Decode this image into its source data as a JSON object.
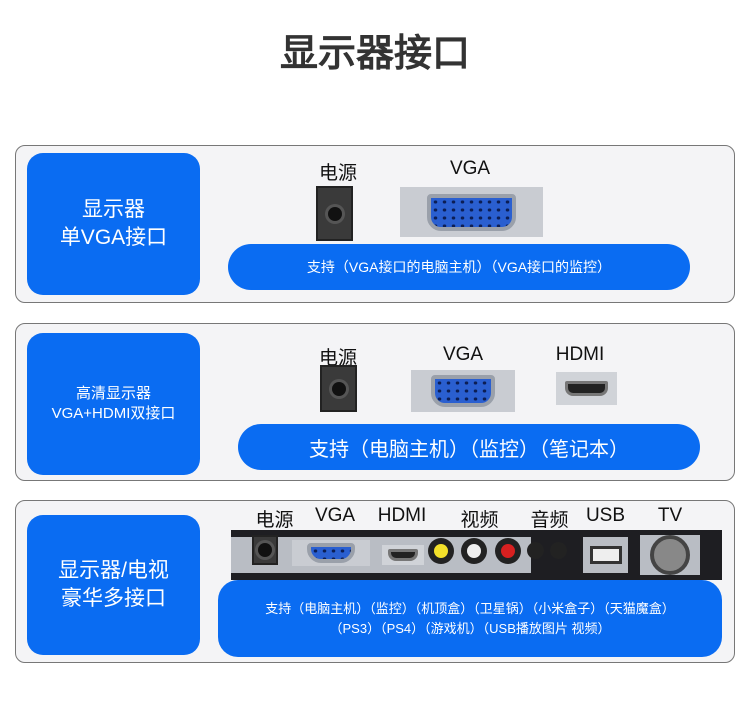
{
  "title": "显示器接口",
  "panel1": {
    "side_line1": "显示器",
    "side_line2": "单VGA接口",
    "label_power": "电源",
    "label_vga": "VGA",
    "support": "支持（VGA接口的电脑主机）（VGA接口的监控）"
  },
  "panel2": {
    "side_line1": "高清显示器",
    "side_line2": "VGA+HDMI双接口",
    "label_power": "电源",
    "label_vga": "VGA",
    "label_hdmi": "HDMI",
    "support": "支持（电脑主机）（监控）（笔记本）"
  },
  "panel3": {
    "side_line1": "显示器/电视",
    "side_line2": "豪华多接口",
    "labels": [
      "电源",
      "VGA",
      "HDMI",
      "视频",
      "音频",
      "USB",
      "TV"
    ],
    "support_line1": "支持（电脑主机）（监控）（机顶盒）（卫星锅）（小米盒子）（天猫魔盒）",
    "support_line2": "（PS3）（PS4）（游戏机）（USB播放图片 视频）"
  },
  "colors": {
    "accent": "#0a6cf2"
  }
}
